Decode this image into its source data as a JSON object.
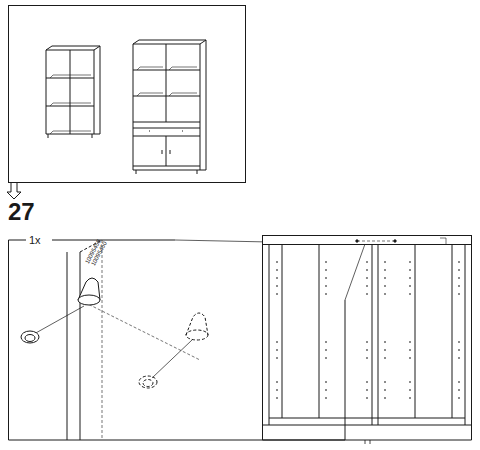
{
  "diagram": {
    "labels": [
      "27",
      "1x",
      "10095458",
      "10095450"
    ]
  }
}
